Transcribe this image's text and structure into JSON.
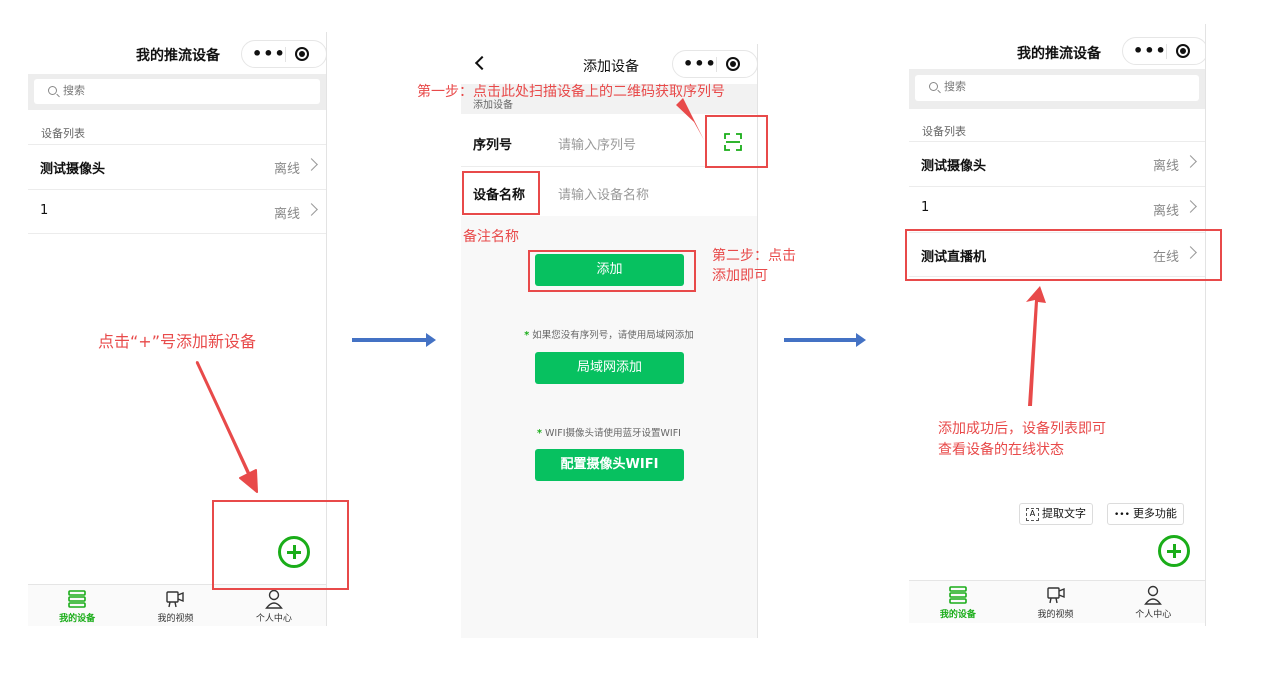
{
  "screen1": {
    "title": "我的推流设备",
    "search_placeholder": "搜索",
    "section_label": "设备列表",
    "devices": [
      {
        "name": "测试摄像头",
        "status": "离线"
      },
      {
        "name": "1",
        "status": "离线"
      }
    ],
    "tabs": [
      {
        "label": "我的设备",
        "icon": "device-list-icon"
      },
      {
        "label": "我的视频",
        "icon": "video-icon"
      },
      {
        "label": "个人中心",
        "icon": "user-icon"
      }
    ]
  },
  "screen2": {
    "title": "添加设备",
    "section_label": "添加设备",
    "serial_label": "序列号",
    "serial_placeholder": "请输入序列号",
    "name_label": "设备名称",
    "name_placeholder": "请输入设备名称",
    "add_button": "添加",
    "lan_hint": "如果您没有序列号，请使用局域网添加",
    "lan_button": "局域网添加",
    "wifi_hint": "WIFI摄像头请使用蓝牙设置WIFI",
    "wifi_button": "配置摄像头WIFI"
  },
  "screen3": {
    "title": "我的推流设备",
    "search_placeholder": "搜索",
    "section_label": "设备列表",
    "devices": [
      {
        "name": "测试摄像头",
        "status": "离线"
      },
      {
        "name": "1",
        "status": "离线"
      },
      {
        "name": "测试直播机",
        "status": "在线"
      }
    ],
    "extract_text": "提取文字",
    "more_functions": "更多功能",
    "tabs": [
      {
        "label": "我的设备",
        "icon": "device-list-icon"
      },
      {
        "label": "我的视频",
        "icon": "video-icon"
      },
      {
        "label": "个人中心",
        "icon": "user-icon"
      }
    ]
  },
  "annotations": {
    "click_plus": "点击“+”号添加新设备",
    "step1": "第一步：点击此处扫描设备上的二维码获取序列号",
    "note_name": "备注名称",
    "step2_line1": "第二步：点击",
    "step2_line2": "添加即可",
    "success_line1": "添加成功后，设备列表即可",
    "success_line2": "查看设备的在线状态"
  },
  "colors": {
    "accent_green": "#07c160",
    "annotation_red": "#e84a4a",
    "flow_arrow_blue": "#4472c4"
  }
}
